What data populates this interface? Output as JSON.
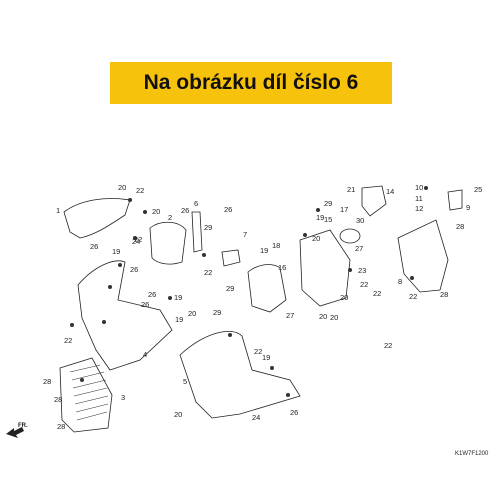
{
  "header": {
    "title": "Na obrázku díl číslo 6"
  },
  "diagram": {
    "ref_code": "K1W7F1200",
    "direction_label": "FR.",
    "callouts": [
      {
        "id": "c1",
        "text": "1"
      },
      {
        "id": "c2",
        "text": "2"
      },
      {
        "id": "c3",
        "text": "3"
      },
      {
        "id": "c4",
        "text": "4"
      },
      {
        "id": "c5",
        "text": "5"
      },
      {
        "id": "c6",
        "text": "6"
      },
      {
        "id": "c7",
        "text": "7"
      },
      {
        "id": "c8",
        "text": "8"
      },
      {
        "id": "c9",
        "text": "9"
      },
      {
        "id": "c10",
        "text": "10"
      },
      {
        "id": "c11",
        "text": "11"
      },
      {
        "id": "c12",
        "text": "12"
      },
      {
        "id": "c14",
        "text": "14"
      },
      {
        "id": "c15",
        "text": "15"
      },
      {
        "id": "c16",
        "text": "16"
      },
      {
        "id": "c17",
        "text": "17"
      },
      {
        "id": "c18",
        "text": "18"
      },
      {
        "id": "c19a",
        "text": "19"
      },
      {
        "id": "c19b",
        "text": "19"
      },
      {
        "id": "c19c",
        "text": "19"
      },
      {
        "id": "c19d",
        "text": "19"
      },
      {
        "id": "c19e",
        "text": "19"
      },
      {
        "id": "c19f",
        "text": "19"
      },
      {
        "id": "c20a",
        "text": "20"
      },
      {
        "id": "c20b",
        "text": "20"
      },
      {
        "id": "c20c",
        "text": "20"
      },
      {
        "id": "c20d",
        "text": "20"
      },
      {
        "id": "c20e",
        "text": "20"
      },
      {
        "id": "c20f",
        "text": "20"
      },
      {
        "id": "c20g",
        "text": "20"
      },
      {
        "id": "c20h",
        "text": "20"
      },
      {
        "id": "c21",
        "text": "21"
      },
      {
        "id": "c22a",
        "text": "22"
      },
      {
        "id": "c22b",
        "text": "22"
      },
      {
        "id": "c22c",
        "text": "22"
      },
      {
        "id": "c22d",
        "text": "22"
      },
      {
        "id": "c22e",
        "text": "22"
      },
      {
        "id": "c22f",
        "text": "22"
      },
      {
        "id": "c22g",
        "text": "22"
      },
      {
        "id": "c22h",
        "text": "22"
      },
      {
        "id": "c22i",
        "text": "22"
      },
      {
        "id": "c23",
        "text": "23"
      },
      {
        "id": "c24a",
        "text": "24"
      },
      {
        "id": "c24b",
        "text": "24"
      },
      {
        "id": "c25",
        "text": "25"
      },
      {
        "id": "c26a",
        "text": "26"
      },
      {
        "id": "c26b",
        "text": "26"
      },
      {
        "id": "c26c",
        "text": "26"
      },
      {
        "id": "c26d",
        "text": "26"
      },
      {
        "id": "c26e",
        "text": "26"
      },
      {
        "id": "c26f",
        "text": "26"
      },
      {
        "id": "c26g",
        "text": "26"
      },
      {
        "id": "c27a",
        "text": "27"
      },
      {
        "id": "c27b",
        "text": "27"
      },
      {
        "id": "c28a",
        "text": "28"
      },
      {
        "id": "c28b",
        "text": "28"
      },
      {
        "id": "c28c",
        "text": "28"
      },
      {
        "id": "c28d",
        "text": "28"
      },
      {
        "id": "c28e",
        "text": "28"
      },
      {
        "id": "c29a",
        "text": "29"
      },
      {
        "id": "c29b",
        "text": "29"
      },
      {
        "id": "c29c",
        "text": "29"
      },
      {
        "id": "c29d",
        "text": "29"
      },
      {
        "id": "c30",
        "text": "30"
      }
    ]
  }
}
